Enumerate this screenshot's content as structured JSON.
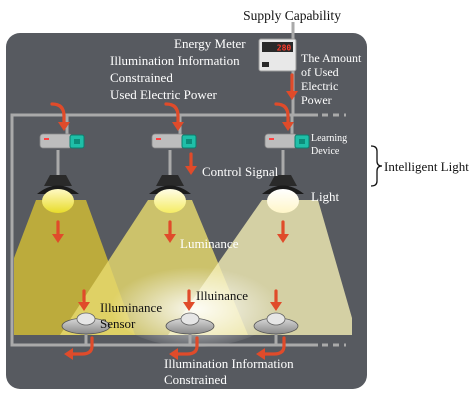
{
  "labels": {
    "supply_capability": "Supply Capability",
    "energy_meter": "Energy Meter",
    "meter_reading": "280",
    "illumination_information_line1": "Illumination Information",
    "illumination_information_line2": "Constrained",
    "used_electric_power": "Used Electric Power",
    "amount_line1": "The Amount",
    "amount_line2": "of Used",
    "amount_line3": "Electric",
    "amount_line4": "Power",
    "learning_line1": "Learning",
    "learning_line2": "Device",
    "intelligent_light": "Intelligent Light",
    "control_signal": "Control Signal",
    "light": "Light",
    "luminance": "Luminance",
    "illuminance_sensor_line1": "Illuminance",
    "illuminance_sensor_line2": "Sensor",
    "illuinance": "Illuinance",
    "bottom_line1": "Illumination Information",
    "bottom_line2": "Constrained"
  },
  "colors": {
    "panel": "#575a60",
    "wire": "#aaaaaa",
    "arrow": "#e04b2a",
    "learning_device": "#1fbfa8",
    "bulb_dim": "#e8dc2a",
    "bulb_medium": "#f5ec64",
    "bulb_bright": "#fffbe0",
    "beam_dark": "#c2b03a",
    "beam_mid": "#e6d96e",
    "beam_light": "#f4edb5"
  },
  "icons": [
    "energy-meter-icon",
    "learning-device-icon",
    "lamp-icon",
    "illuminance-sensor-icon",
    "arrow-icon",
    "brace-icon"
  ]
}
